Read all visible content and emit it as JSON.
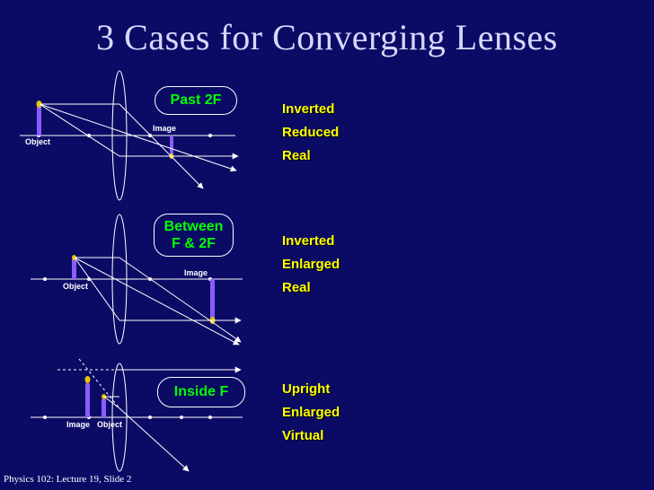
{
  "title": "3 Cases for Converging Lenses",
  "footer": "Physics 102: Lecture 19, Slide 2",
  "colors": {
    "background": "#0b0b66",
    "label_green": "#00ff00",
    "props_yellow": "#ffff00",
    "arrow_purple": "#8a5cff"
  },
  "cases": [
    {
      "label_line1": "Past 2F",
      "label_line2": "",
      "object_label": "Object",
      "image_label": "Image",
      "properties": [
        "Inverted",
        "Reduced",
        "Real"
      ]
    },
    {
      "label_line1": "Between",
      "label_line2": "F & 2F",
      "object_label": "Object",
      "image_label": "Image",
      "properties": [
        "Inverted",
        "Enlarged",
        "Real"
      ]
    },
    {
      "label_line1": "Inside F",
      "label_line2": "",
      "object_label": "Object",
      "image_label": "Image",
      "properties": [
        "Upright",
        "Enlarged",
        "Virtual"
      ]
    }
  ]
}
